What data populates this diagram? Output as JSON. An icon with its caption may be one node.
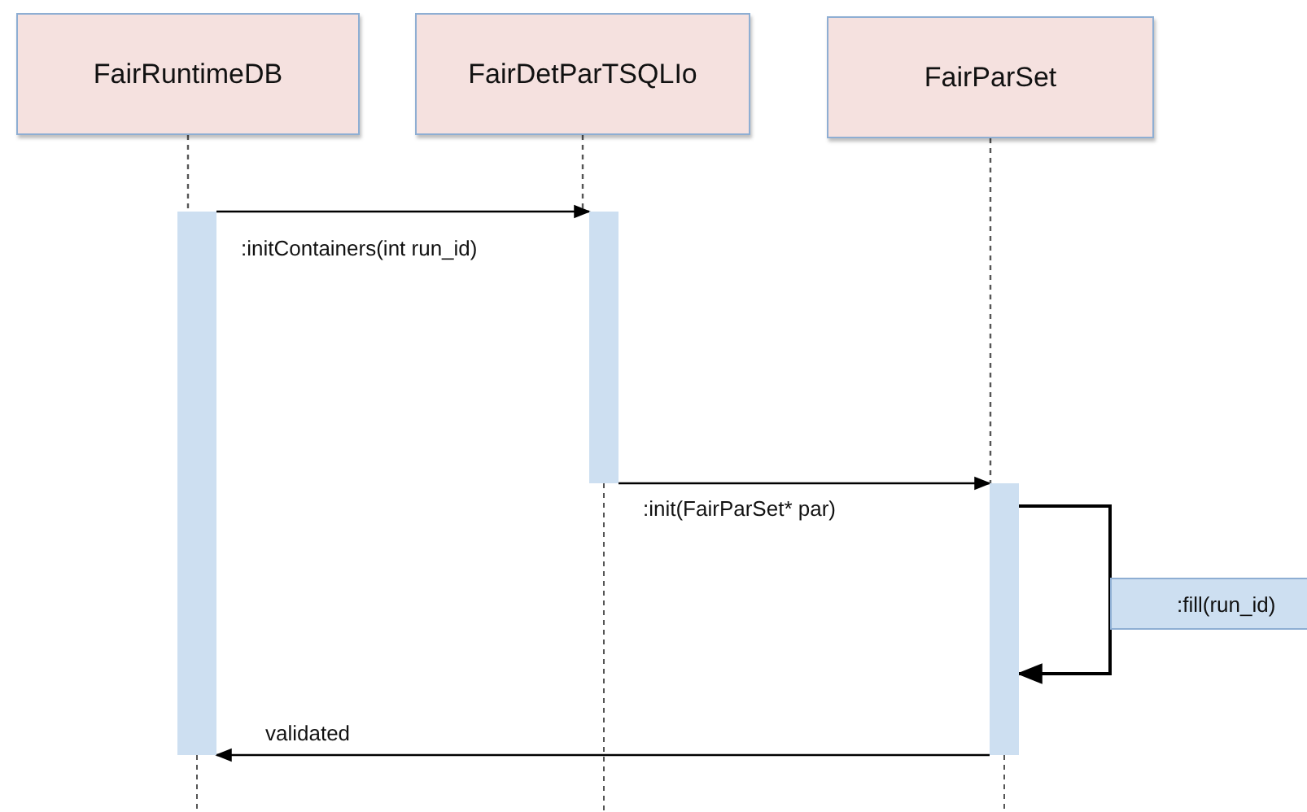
{
  "diagram": {
    "nodes": [
      {
        "text": [
          "FairRuntimeDB"
        ]
      },
      {
        "text": [
          "FairDetParTSQLIo"
        ]
      },
      {
        "text": [
          "FairParSet"
        ]
      },
      {
        "text": [],
        "shape": "bar"
      },
      {
        "text": [],
        "shape": "bar"
      },
      {
        "text": [],
        "shape": "bar"
      }
    ],
    "edges": [
      {
        "from": 3,
        "to": 4,
        "arrow": "to",
        "label": ":initContainers(int run_id)"
      },
      {
        "from": 4,
        "to": 5,
        "arrow": "to",
        "label": ":init(FairParSet* par)"
      },
      {
        "from": 5,
        "to": 5,
        "arrow": "to",
        "label": ":fill(run_id)"
      },
      {
        "from": 5,
        "to": 3,
        "arrow": "to",
        "label": "validated"
      },
      {
        "from": 0,
        "to": 3,
        "arrow": "none",
        "style": "dashed"
      },
      {
        "from": 1,
        "to": 4,
        "arrow": "none",
        "style": "dashed"
      },
      {
        "from": 2,
        "to": 5,
        "arrow": "none",
        "style": "dashed"
      }
    ]
  }
}
